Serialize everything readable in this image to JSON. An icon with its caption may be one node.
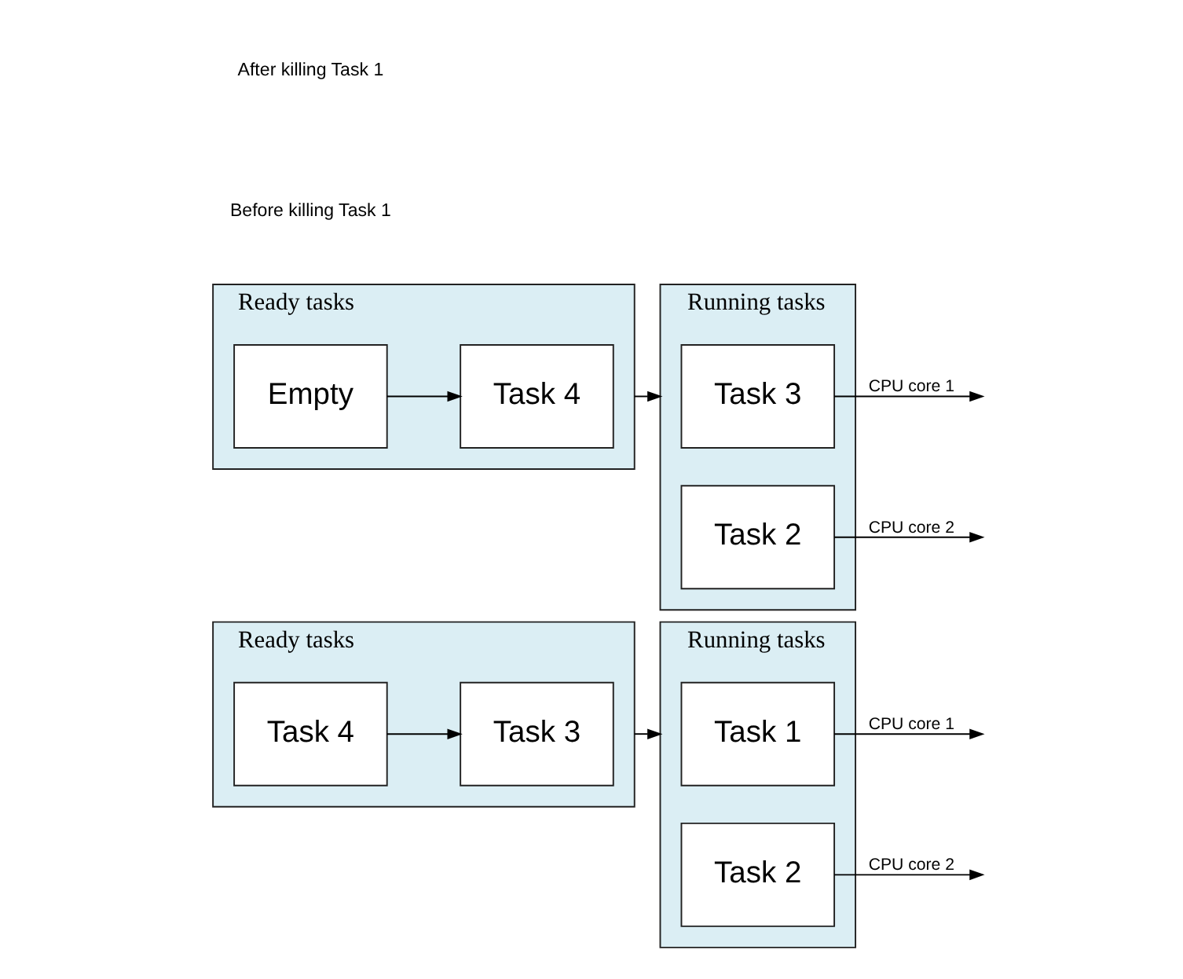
{
  "diagram": {
    "nodes": [
      {
        "text": [
          "Ready tasks"
        ]
      },
      {
        "text": [
          "Task 4"
        ],
        "in": 0
      },
      {
        "text": [
          "Task 3"
        ],
        "in": 0
      },
      {
        "text": [
          "Running tasks"
        ]
      },
      {
        "text": [
          "Task 1"
        ],
        "in": 3
      },
      {
        "text": [
          "Task 2"
        ],
        "in": 3
      },
      {
        "text": [
          "Ready tasks"
        ]
      },
      {
        "text": [
          "Empty"
        ],
        "in": 6
      },
      {
        "text": [
          "Task 4"
        ],
        "in": 6
      },
      {
        "text": [
          "Running tasks"
        ]
      },
      {
        "text": [
          "Task 3"
        ],
        "in": 9
      },
      {
        "text": [
          "Task 2"
        ],
        "in": 9
      }
    ],
    "edges": [
      {
        "from": 1,
        "to": 2,
        "arrow": "to"
      },
      {
        "from": 0,
        "to": 3,
        "arrow": "to"
      },
      {
        "from": 4,
        "to": null,
        "arrow": "to",
        "label": "CPU core 1"
      },
      {
        "from": 5,
        "to": null,
        "arrow": "to",
        "label": "CPU core 2"
      },
      {
        "from": 7,
        "to": 8,
        "arrow": "to"
      },
      {
        "from": 6,
        "to": 9,
        "arrow": "to"
      },
      {
        "from": 10,
        "to": null,
        "arrow": "to",
        "label": "CPU core 1"
      },
      {
        "from": 11,
        "to": null,
        "arrow": "to",
        "label": "CPU core 2"
      }
    ],
    "labels": [
      "Before killing Task 1",
      "After killing Task 1"
    ]
  }
}
